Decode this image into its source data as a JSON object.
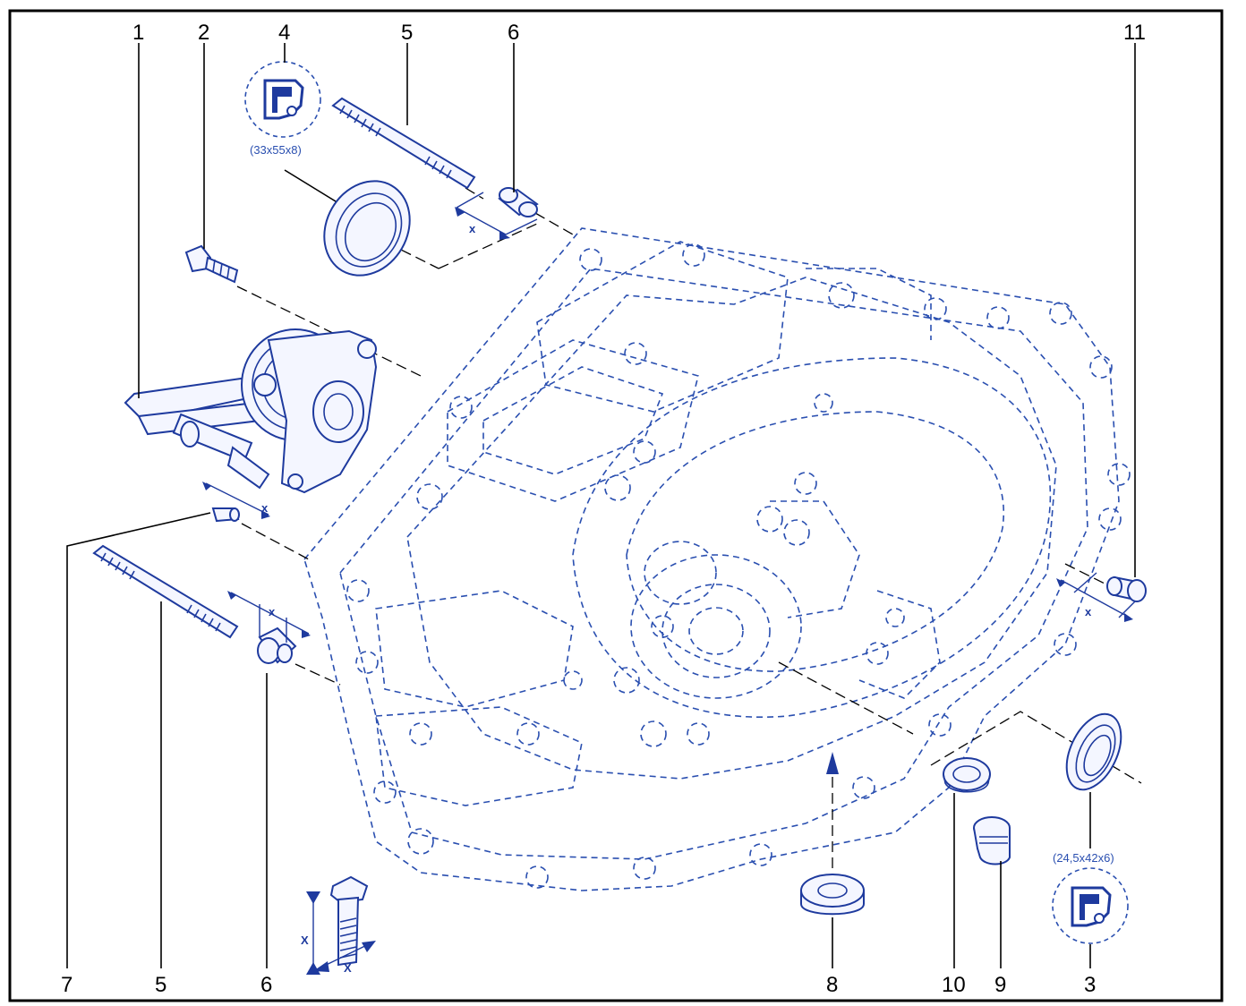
{
  "diagram": {
    "callouts": {
      "c1": "1",
      "c2": "2",
      "c4": "4",
      "c5_top": "5",
      "c6_top": "6",
      "c11": "11",
      "c7": "7",
      "c5_bottom": "5",
      "c6_bottom": "6",
      "c8": "8",
      "c10": "10",
      "c9": "9",
      "c3": "3"
    },
    "dimensions": {
      "seal_top": "(33x55x8)",
      "seal_bottom": "(24,5x42x6)"
    },
    "x_label": "x",
    "x_label_upper": "X",
    "colors": {
      "line": "#1e3a9e",
      "hidden": "#2a4fb0",
      "frame": "#000000"
    }
  }
}
